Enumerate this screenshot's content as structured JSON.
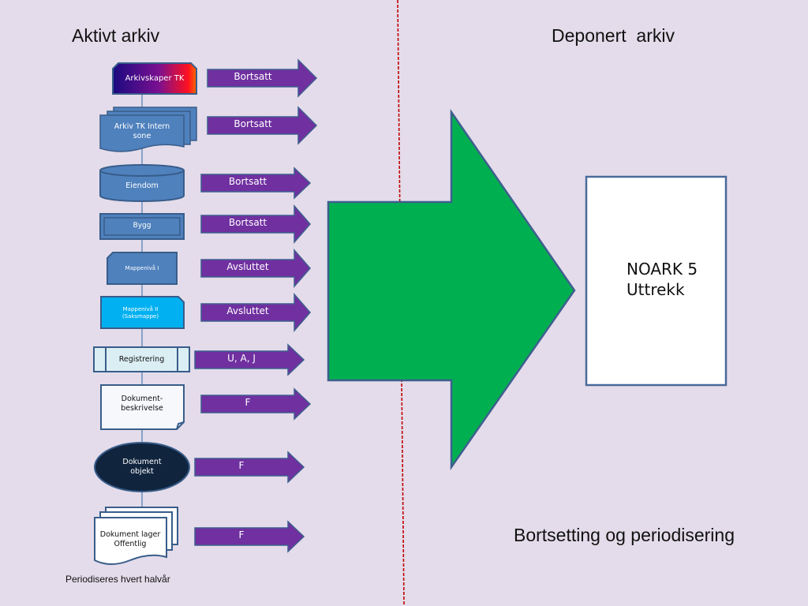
{
  "headings": {
    "active_archive": "Aktivt arkiv",
    "deposited_archive": "Deponert  arkiv"
  },
  "nodes": [
    {
      "id": "arkivskaper",
      "label": "Arkivskaper TK",
      "shape": "snipped-rectangle"
    },
    {
      "id": "arkiv",
      "label": "Arkiv TK Intern sone",
      "shape": "multi-document"
    },
    {
      "id": "eiendom",
      "label": "Eiendom",
      "shape": "cylinder"
    },
    {
      "id": "bygg",
      "label": "Bygg",
      "shape": "double-rectangle"
    },
    {
      "id": "mappe1",
      "label": "Mappenivå I",
      "shape": "snipped-rectangle"
    },
    {
      "id": "mappe2",
      "label": "Mappenivå II (Saksmappe)",
      "shape": "snipped-rectangle"
    },
    {
      "id": "registrering",
      "label": "Registrering",
      "shape": "predefined-process"
    },
    {
      "id": "dokbeskrivelse",
      "label": "Dokument-beskrivelse",
      "shape": "folded-corner"
    },
    {
      "id": "dokobjekt",
      "label": "Dokument objekt",
      "shape": "ellipse"
    },
    {
      "id": "doklager",
      "label": "Dokument lager Offentlig",
      "shape": "multi-document"
    }
  ],
  "status_arrows": [
    {
      "label": "Bortsatt"
    },
    {
      "label": "Bortsatt"
    },
    {
      "label": "Bortsatt"
    },
    {
      "label": "Bortsatt"
    },
    {
      "label": "Avsluttet"
    },
    {
      "label": "Avsluttet"
    },
    {
      "label": "U, A, J"
    },
    {
      "label": "F"
    },
    {
      "label": "F"
    },
    {
      "label": "F"
    }
  ],
  "caption": "Periodiseres hvert halvår",
  "output_box": {
    "line1": "NOARK 5",
    "line2": "Uttrekk"
  },
  "footer_title": "Bortsetting og periodisering",
  "colors": {
    "background": "#e4dcea",
    "node_blue": "#4f81bd",
    "node_border": "#385d8a",
    "node_cyan": "#00b0f0",
    "node_light": "#dbeef4",
    "node_dark": "#10243e",
    "arrow_purple": "#7030a0",
    "arrow_border": "#3f5f8f",
    "big_arrow_green": "#00b050",
    "divider_red": "#c00000"
  }
}
